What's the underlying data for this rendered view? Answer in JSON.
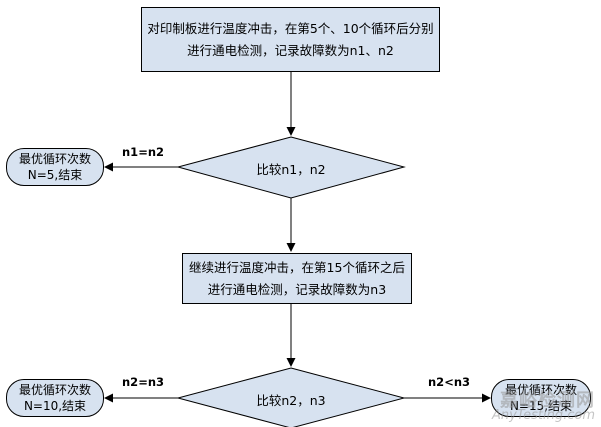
{
  "nodes": {
    "step1": "对印制板进行温度冲击，在第5个、10个循环后分别进行通电检测，记录故障数为n1、n2",
    "compare1": "比较n1，n2",
    "end5": "最优循环次数N=5,结束",
    "step2": "继续进行温度冲击，在第15个循环之后进行通电检测，记录故障数为n3",
    "compare2": "比较n2，n3",
    "end10": "最优循环次数N=10,结束",
    "end15": "最优循环次数N=15,结束"
  },
  "edge_labels": {
    "c1_to_end5": "n1=n2",
    "c2_to_end10": "n2=n3",
    "c2_to_end15": "n2<n3"
  },
  "watermark": {
    "cn": "嘉峪检测网",
    "en": "AnyTesting.com"
  },
  "colors": {
    "fill": "#d7e2f0",
    "stroke": "#000000"
  }
}
